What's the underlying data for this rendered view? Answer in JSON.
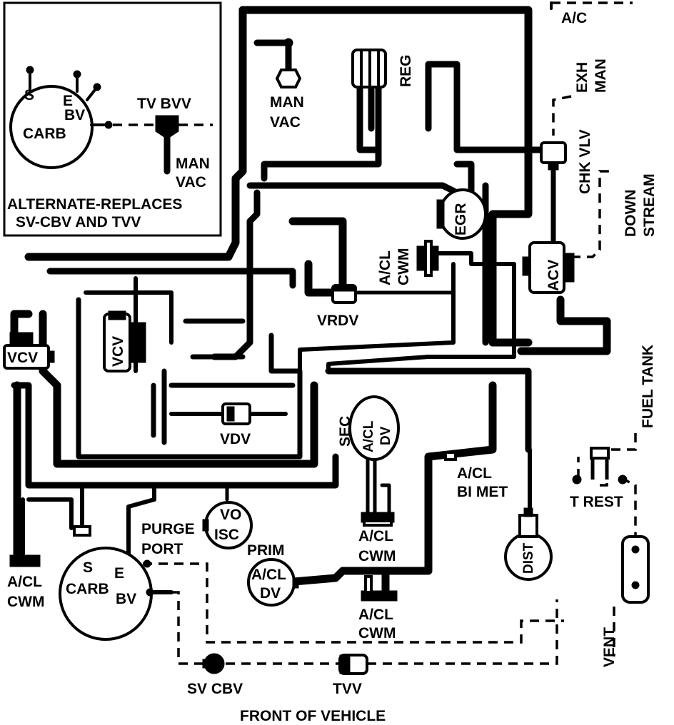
{
  "labels": {
    "ac_top": "A/C",
    "man_vac_top_1": "MAN",
    "man_vac_top_2": "VAC",
    "reg": "REG",
    "exh_man_1": "EXH",
    "exh_man_2": "MAN",
    "chk_vlv": "CHK VLV",
    "down_stream_1": "DOWN",
    "down_stream_2": "STREAM",
    "egr": "EGR",
    "acv": "ACV",
    "acl_cwm_mid_1": "A/CL",
    "acl_cwm_mid_2": "CWM",
    "vrdv": "VRDV",
    "fuel_tank": "FUEL TANK",
    "vcv_left": "VCV",
    "vcv_center": "VCV",
    "vdv": "VDV",
    "sec": "SEC",
    "sec_acl_dv_1": "A/CL",
    "sec_acl_dv_2": "DV",
    "acl_bimet_1": "A/CL",
    "acl_bimet_2": "BI MET",
    "t_rest": "T REST",
    "dist": "DIST",
    "vent": "VENT",
    "purge_port_1": "PURGE",
    "purge_port_2": "PORT",
    "vo_isc_1": "VO",
    "vo_isc_2": "ISC",
    "prim": "PRIM",
    "prim_acl_dv_1": "A/CL",
    "prim_acl_dv_2": "DV",
    "acl_cwm_c1_1": "A/CL",
    "acl_cwm_c1_2": "CWM",
    "acl_cwm_c2_1": "A/CL",
    "acl_cwm_c2_2": "CWM",
    "acl_cwm_left_1": "A/CL",
    "acl_cwm_left_2": "CWM",
    "carb_s": "S",
    "carb_e": "E",
    "carb_carb": "CARB",
    "carb_bv": "BV",
    "sv_cbv": "SV CBV",
    "tvv": "TVV",
    "front_of_vehicle": "FRONT OF VEHICLE",
    "inset_s": "S",
    "inset_e": "E",
    "inset_bv": "BV",
    "inset_carb": "CARB",
    "inset_tv_bvv": "TV BVV",
    "inset_man": "MAN",
    "inset_vac": "VAC",
    "inset_alt_1": "ALTERNATE-REPLACES",
    "inset_alt_2": "SV-CBV AND TVV"
  }
}
